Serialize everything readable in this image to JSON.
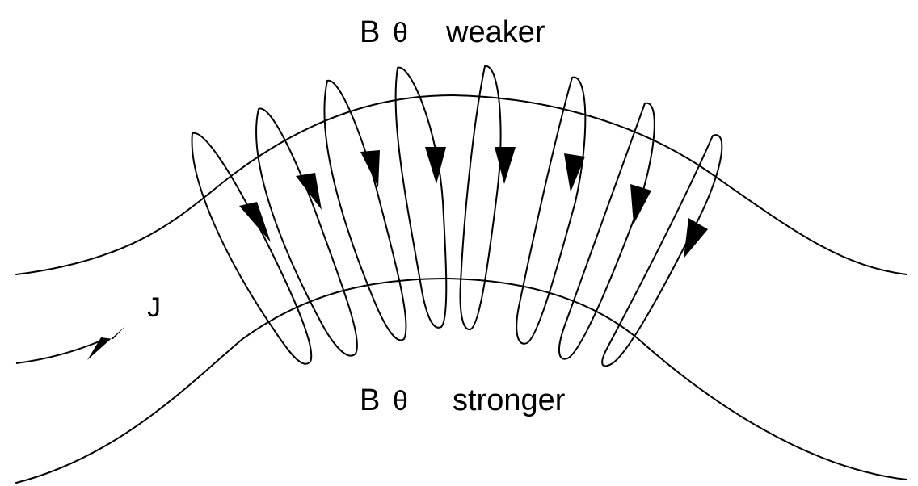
{
  "labels": {
    "top_b": "B",
    "top_theta": "θ",
    "top_word": "weaker",
    "bottom_b": "B",
    "bottom_theta": "θ",
    "bottom_word": "stronger",
    "current": "J"
  },
  "colors": {
    "ink": "#000000",
    "background": "#ffffff"
  }
}
